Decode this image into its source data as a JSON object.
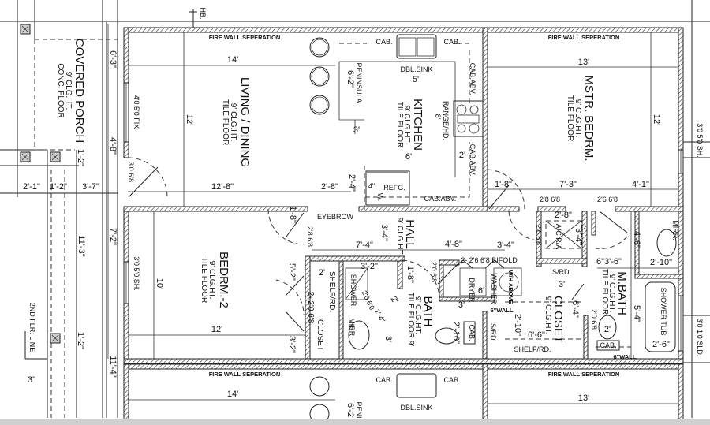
{
  "colors": {
    "line": "#222222",
    "background": "#ffffff",
    "bottom_bar": "#d0d0d0"
  },
  "rooms": {
    "porch": {
      "name": "COVERED PORCH",
      "ceiling": "9' CLG.HT.",
      "floor": "CONC. FLOOR"
    },
    "living": {
      "name": "LIVING / DINING",
      "ceiling": "9' CLG.HT.",
      "floor": "TILE FLOOR"
    },
    "kitchen": {
      "name": "KITCHEN",
      "ceiling": "9' CLG.HT.",
      "floor": "TILE FLOOR"
    },
    "master": {
      "name": "MSTR. BEDRM.",
      "ceiling": "9' CLG.HT.",
      "floor": "TILE FLOOR"
    },
    "bedroom2": {
      "name": "BEDRM.-2",
      "ceiling": "9' CLG.HT.",
      "floor": "TILE FLOOR"
    },
    "hall": {
      "name": "HALL",
      "ceiling": "9' CLG.HT."
    },
    "bath": {
      "name": "BATH",
      "ceiling": "9' CLG.HT.",
      "floor": "TILE FLOOR 9'"
    },
    "closet": {
      "name": "CLOSET",
      "ceiling": "9' CLG.HT."
    },
    "closet2": {
      "name": "CLOSET",
      "shelf": "SHELF/RD.",
      "door": "2- 2'0 6'8"
    },
    "mbath": {
      "name": "M.BATH",
      "ceiling": "9' CLG.HT.",
      "floor": "TILE FLOOR"
    }
  },
  "notes": {
    "firewall": "FIRE WALL SEPERATION",
    "hb": "HB.",
    "second_floor_line": "2ND FLR. LINE",
    "eyebrow": "EYEBROW",
    "peninsula": "PENINSULA",
    "peninsula_partial": "PENI",
    "dbl_sink": "DBL.SINK",
    "cab": "CAB.",
    "cab_abv": "CAB.ABV.",
    "range": "RANGE/HD.",
    "range_size": "8'",
    "refg": "REFG.",
    "refg_gap": "4\"",
    "w": "W.",
    "shower": "SHOWER",
    "mirr": "MIRR.",
    "dryer": "DRYER",
    "washer": "WASHER",
    "wh_above": "W/H ABOVE",
    "bifold": "2- 2'6 6'8 BIFOLD",
    "six_wall": "6\"WALL",
    "srd": "S/RD.",
    "shelf_rd": "SHELF/RD.",
    "ac": "A/C R/A",
    "shower_tub": "SHOWER TUB"
  },
  "openings": {
    "living_window": "4'0 5'0 FIX",
    "entry_door": "3'0 6'8",
    "bed2_window": "3'0 5'0 SH.",
    "master_window": "3'0 5'0 SH.",
    "mbath_window": "3'0 1'0 SLD.",
    "bed2_door": "2'8 6'8",
    "master_door": "2'8 6'8",
    "mbath_door": "2'6 6'8",
    "ac_door": "2'6 6'8",
    "bath_door": "2'0 6'8",
    "shower_door": "2'0 6'0",
    "mbath_wc_door": "2'0 6'8"
  },
  "dims": {
    "d_14": "14'",
    "d_12_8": "12'-8\"",
    "d_2_8": "2'-8\"",
    "d_2_4": "2'-4\"",
    "d_12_living": "12'",
    "d_6_3": "6'-3\"",
    "d_4_8": "4'-8\"",
    "d_7_2": "7'-2\"",
    "d_11_4": "11'-4\"",
    "d_11_3": "11'-3\"",
    "d_1_2a": "1'-2\"",
    "d_1_2b": "1'-2\"",
    "d_1_2c": "1'-2\"",
    "d_2_1": "2'-1\"",
    "d_3_7": "3'-7\"",
    "d_3in": "3\"",
    "d_6_2": "6'-2\"",
    "d_3_pen": "3'",
    "d_5": "5'",
    "d_6k": "6'",
    "d_2k": "2'",
    "d_13": "13'",
    "d_12_master": "12'",
    "d_1_8m": "1'-8\"",
    "d_7_3": "7'-3\"",
    "d_4_1": "4'-1\"",
    "d_10": "10'",
    "d_12_bed": "12'",
    "d_1_8h": "1'-8\"",
    "d_7_4": "7'-4\"",
    "d_3_4h": "3'-4\"",
    "d_4_8h": "4'-8\"",
    "d_5_2": "5'-2\"",
    "d_3_2c": "3'-2\"",
    "d_2c": "2'",
    "d_3_2s": "3'-2\"",
    "d_1_8b": "1'-8\"",
    "d_2b": "2'",
    "d_1_4": "1'-4\"",
    "d_3b": "3'",
    "d_2_10b": "2'-10\"",
    "d_3l": "3'",
    "d_6l": "6'",
    "d_3_4l": "3'-4\"",
    "d_2_8ac": "2'-8\"",
    "d_3_4ac": "3'-4\"",
    "d_3cl": "3'",
    "d_6_4": "6'-4\"",
    "d_2_10cl": "2'-10\"",
    "d_6_6": "6'-6\"",
    "d_6_3_6": "6\"3'-6\"",
    "d_2_10m": "2'-10\"",
    "d_4_6": "4'-6\"",
    "d_5_4": "5'-4\"",
    "d_2_6": "2'-6\"",
    "d_2m": "2'",
    "d_14b": "14'",
    "d_13b": "13'",
    "d_6_2b": "6'-2"
  }
}
